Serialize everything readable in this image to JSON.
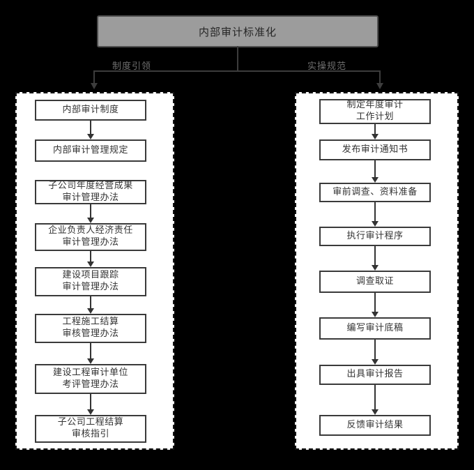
{
  "root": {
    "label": "内部审计标准化"
  },
  "branches": {
    "left_label": "制度引领",
    "right_label": "实操规范"
  },
  "left_column": {
    "items": [
      "内部审计制度",
      "内部审计管理规定",
      "子公司年度经营成果\n审计管理办法",
      "企业负责人经济责任\n审计管理办法",
      "建设项目跟踪\n审计管理办法",
      "工程施工结算\n审核管理办法",
      "建设工程审计单位\n考评管理办法",
      "子公司工程结算\n审核指引"
    ]
  },
  "right_column": {
    "items": [
      "制定年度审计\n工作计划",
      "发布审计通知书",
      "审前调查、资料准备",
      "执行审计程序",
      "调查取证",
      "编写审计底稿",
      "出具审计报告",
      "反馈审计结果"
    ]
  },
  "colors": {
    "background": "#000000",
    "top_box_fill": "#9c9c9c",
    "panel_fill": "#ffffff",
    "connector": "#3d3d3d",
    "node_border": "#3a3a3a",
    "branch_label_text": "#6f6f6f"
  }
}
